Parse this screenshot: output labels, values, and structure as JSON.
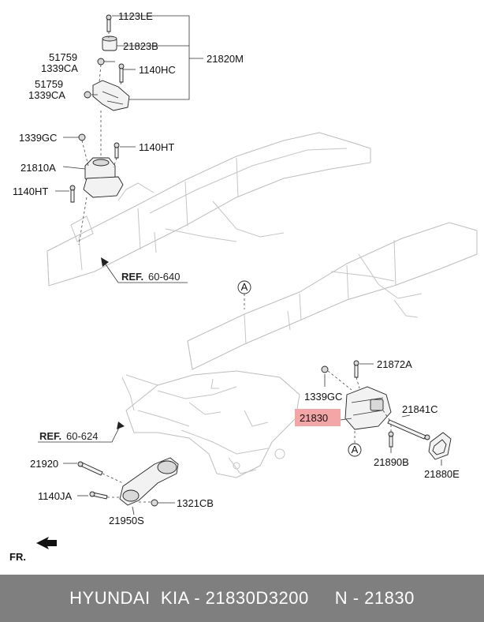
{
  "labels": {
    "p1123LE": "1123LE",
    "p21823B": "21823B",
    "p21820M": "21820M",
    "p51759_top": "51759",
    "p1339CA_top": "1339CA",
    "p1140HC": "1140HC",
    "p51759_bot": "51759",
    "p1339CA_bot": "1339CA",
    "p1339GC_top": "1339GC",
    "p1140HT_top": "1140HT",
    "p21810A": "21810A",
    "p1140HT_bot": "1140HT",
    "ref_640_prefix": "REF.",
    "ref_640_num": "60-640",
    "callout_a_top": "A",
    "p21872A": "21872A",
    "p1339GC_right": "1339GC",
    "p21830": "21830",
    "p21841C": "21841C",
    "callout_a_bot": "A",
    "p21890B": "21890B",
    "p21880E": "21880E",
    "ref_624_prefix": "REF.",
    "ref_624_num": "60-624",
    "p21920": "21920",
    "p1140JA": "1140JA",
    "p1321CB": "1321CB",
    "p21950S": "21950S",
    "fr": "FR."
  },
  "colors": {
    "highlight": "#f4a6a6",
    "footer_bg": "#7f7f7f",
    "footer_text": "#ffffff"
  },
  "footer": {
    "text": "HYUNDAI  KIA - 21830D3200     N - 21830"
  }
}
